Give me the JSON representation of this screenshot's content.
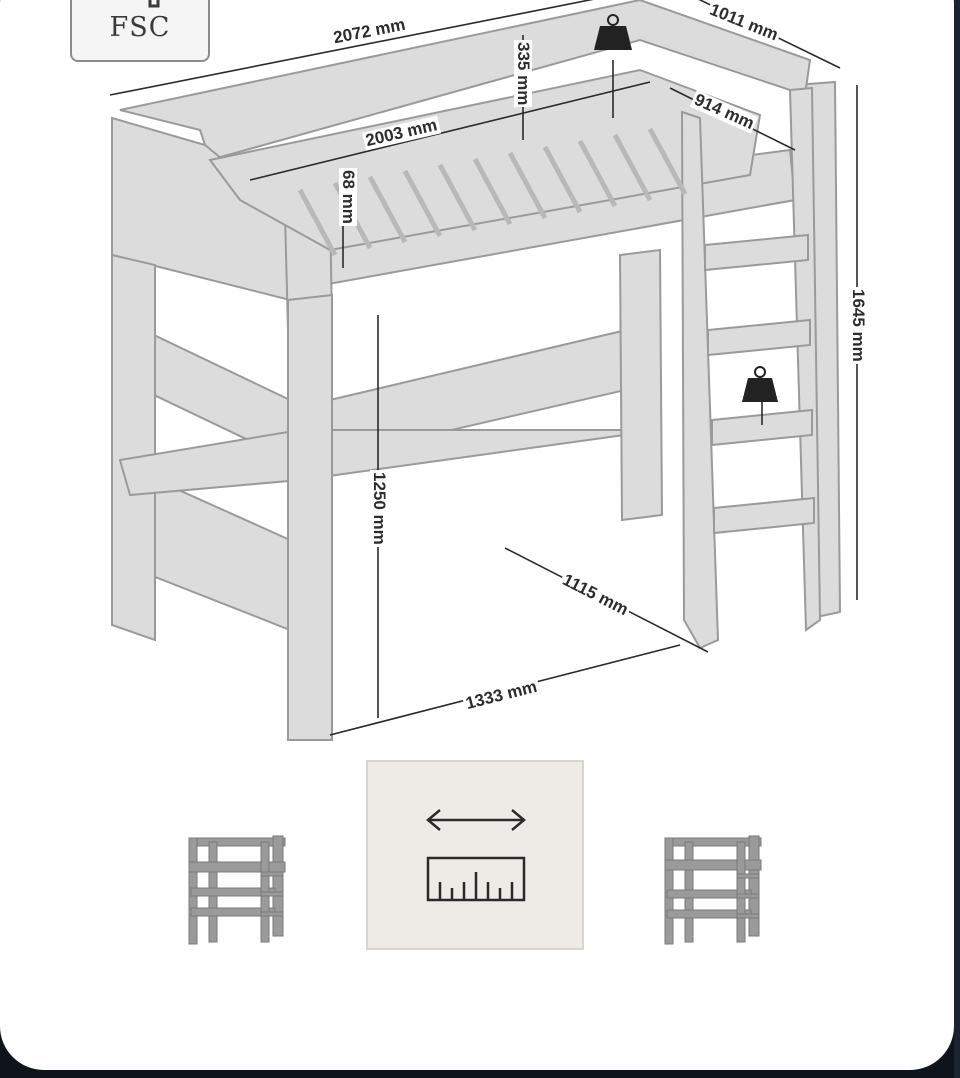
{
  "badge": {
    "text": "FSC"
  },
  "dimensions": {
    "length_overall": "2072 mm",
    "width_overall": "1011 mm",
    "guard_height": "335 mm",
    "mattress_length": "2003 mm",
    "mattress_width": "914 mm",
    "slat_depth": "68 mm",
    "total_height": "1645 mm",
    "clearance_height": "1250 mm",
    "ladder_depth": "1115 mm",
    "floor_width": "1333 mm"
  },
  "thumbnails": [
    {
      "name": "front-view",
      "selected": false
    },
    {
      "name": "dimensions-view",
      "selected": true
    },
    {
      "name": "side-view",
      "selected": false
    }
  ]
}
